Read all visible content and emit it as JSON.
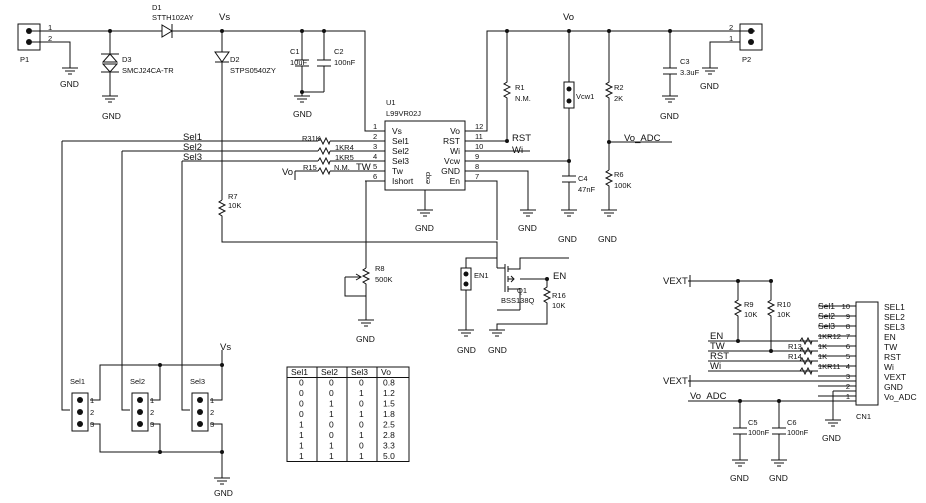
{
  "connectors": {
    "p1": {
      "ref": "P1",
      "pins": [
        "1",
        "2"
      ]
    },
    "p2": {
      "ref": "P2",
      "pins": [
        "2",
        "1"
      ]
    }
  },
  "components": {
    "d1": {
      "ref": "D1",
      "value": "STTH102AY"
    },
    "d2": {
      "ref": "D2",
      "value": "STPS0540ZY"
    },
    "d3": {
      "ref": "D3",
      "value": "SMCJ24CA-TR"
    },
    "c1": {
      "ref": "C1",
      "value": "10uF"
    },
    "c2": {
      "ref": "C2",
      "value": "100nF"
    },
    "c3": {
      "ref": "C3",
      "value": "3.3uF"
    },
    "c4": {
      "ref": "C4",
      "value": "47nF"
    },
    "c5": {
      "ref": "C5",
      "value": "100nF"
    },
    "c6": {
      "ref": "C6",
      "value": "100nF"
    },
    "r1": {
      "ref": "R1",
      "value": "N.M."
    },
    "r2": {
      "ref": "R2",
      "value": "2K"
    },
    "r6": {
      "ref": "R6",
      "value": "100K"
    },
    "r7": {
      "ref": "R7",
      "value": "10K"
    },
    "r8": {
      "ref": "R8",
      "value": "500K"
    },
    "r9": {
      "ref": "R9",
      "value": "10K"
    },
    "r10": {
      "ref": "R10",
      "value": "10K"
    },
    "r16": {
      "ref": "R16",
      "value": "10K"
    },
    "r31": {
      "ref": "R31K",
      "value": ""
    },
    "r4": {
      "ref": "1KR4",
      "value": ""
    },
    "r5": {
      "ref": "1KR5",
      "value": ""
    },
    "r15": {
      "ref": "R15",
      "value": "N.M."
    },
    "r12": {
      "ref": "1KR12",
      "value": ""
    },
    "r13": {
      "ref": "R13",
      "value": "1K"
    },
    "r14": {
      "ref": "R14",
      "value": "1K"
    },
    "r11": {
      "ref": "1KR11",
      "value": ""
    },
    "q1": {
      "ref": "Q1",
      "value": "BSS138Q"
    },
    "en1": {
      "ref": "EN1"
    },
    "vcw1": {
      "ref": "Vcw1"
    }
  },
  "ic": {
    "ref": "U1",
    "value": "L99VR02J",
    "exp": "exp",
    "left_pins": [
      {
        "num": "1",
        "name": "Vs"
      },
      {
        "num": "2",
        "name": "Sel1"
      },
      {
        "num": "3",
        "name": "Sel2"
      },
      {
        "num": "4",
        "name": "Sel3"
      },
      {
        "num": "5",
        "name": "Tw"
      },
      {
        "num": "6",
        "name": "Ishort"
      }
    ],
    "right_pins": [
      {
        "num": "12",
        "name": "Vo"
      },
      {
        "num": "11",
        "name": "RST"
      },
      {
        "num": "10",
        "name": "Wi"
      },
      {
        "num": "9",
        "name": "Vcw"
      },
      {
        "num": "8",
        "name": "GND"
      },
      {
        "num": "7",
        "name": "En"
      }
    ]
  },
  "nets": {
    "vs": "Vs",
    "vo": "Vo",
    "gnd": "GND",
    "sel1": "Sel1",
    "sel2": "Sel2",
    "sel3": "Sel3",
    "tw": "TW",
    "rst": "RST",
    "wi": "Wi",
    "vo_adc": "Vo_ADC",
    "en": "EN",
    "vext": "VEXT",
    "vo_tw": "Vo"
  },
  "jumpers": [
    {
      "ref": "Sel1",
      "pins": [
        "1",
        "2",
        "3"
      ]
    },
    {
      "ref": "Sel2",
      "pins": [
        "1",
        "2",
        "3"
      ]
    },
    {
      "ref": "Sel3",
      "pins": [
        "1",
        "2",
        "3"
      ]
    }
  ],
  "truth_table": {
    "headers": [
      "Sel1",
      "Sel2",
      "Sel3",
      "Vo"
    ],
    "rows": [
      [
        "0",
        "0",
        "0",
        "0.8"
      ],
      [
        "0",
        "0",
        "1",
        "1.2"
      ],
      [
        "0",
        "1",
        "0",
        "1.5"
      ],
      [
        "0",
        "1",
        "1",
        "1.8"
      ],
      [
        "1",
        "0",
        "0",
        "2.5"
      ],
      [
        "1",
        "0",
        "1",
        "2.8"
      ],
      [
        "1",
        "1",
        "0",
        "3.3"
      ],
      [
        "1",
        "1",
        "1",
        "5.0"
      ]
    ]
  },
  "cn1": {
    "ref": "CN1",
    "pins": [
      {
        "num": "10",
        "left": "Sel1",
        "right": "SEL1"
      },
      {
        "num": "9",
        "left": "Sel2",
        "right": "SEL2"
      },
      {
        "num": "8",
        "left": "Sel3",
        "right": "SEL3"
      },
      {
        "num": "7",
        "left": "",
        "right": "EN"
      },
      {
        "num": "6",
        "left": "",
        "right": "TW"
      },
      {
        "num": "5",
        "left": "",
        "right": "RST"
      },
      {
        "num": "4",
        "left": "",
        "right": "Wi"
      },
      {
        "num": "3",
        "left": "",
        "right": "VEXT"
      },
      {
        "num": "2",
        "left": "",
        "right": "GND"
      },
      {
        "num": "1",
        "left": "",
        "right": "Vo_ADC"
      }
    ]
  },
  "cn1_nets": {
    "en": "EN",
    "tw": "TW",
    "rst": "RST",
    "wi": "Wi",
    "vext_top": "VEXT",
    "vext": "VEXT",
    "vo_adc": "Vo_ADC"
  }
}
